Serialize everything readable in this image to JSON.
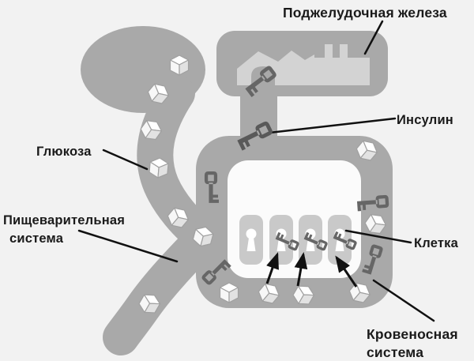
{
  "diagram_title": "Insulin key-and-lock mechanism diagram",
  "labels": {
    "pancreas": "Поджелудочная железа",
    "insulin": "Инсулин",
    "glucose": "Глюкоза",
    "digestive_line1": "Пищеварительная",
    "digestive_line2": "система",
    "cell": "Клетка",
    "blood_line1": "Кровеносная",
    "blood_line2": "система"
  },
  "icons": {
    "cube": "glucose-cube-icon",
    "key": "insulin-key-icon",
    "keyhole": "cell-receptor-keyhole-icon",
    "factory": "pancreas-factory-icon",
    "arrow": "glucose-entry-arrow"
  },
  "colors": {
    "background": "#f2f2f2",
    "organ": "#a9a9a9",
    "organ_inner": "#fbfbfb",
    "factory": "#d3d3d3",
    "cell": "#c9c9c9",
    "keyhole": "#ffffff",
    "key": "#666666",
    "key_dark": "#595959",
    "cube_top": "#ffffff",
    "cube_left": "#f7f7f7",
    "cube_right": "#e2e2e2",
    "cube_edge": "#a0a0a0",
    "line": "#111111",
    "label": "#1a1a1a"
  }
}
